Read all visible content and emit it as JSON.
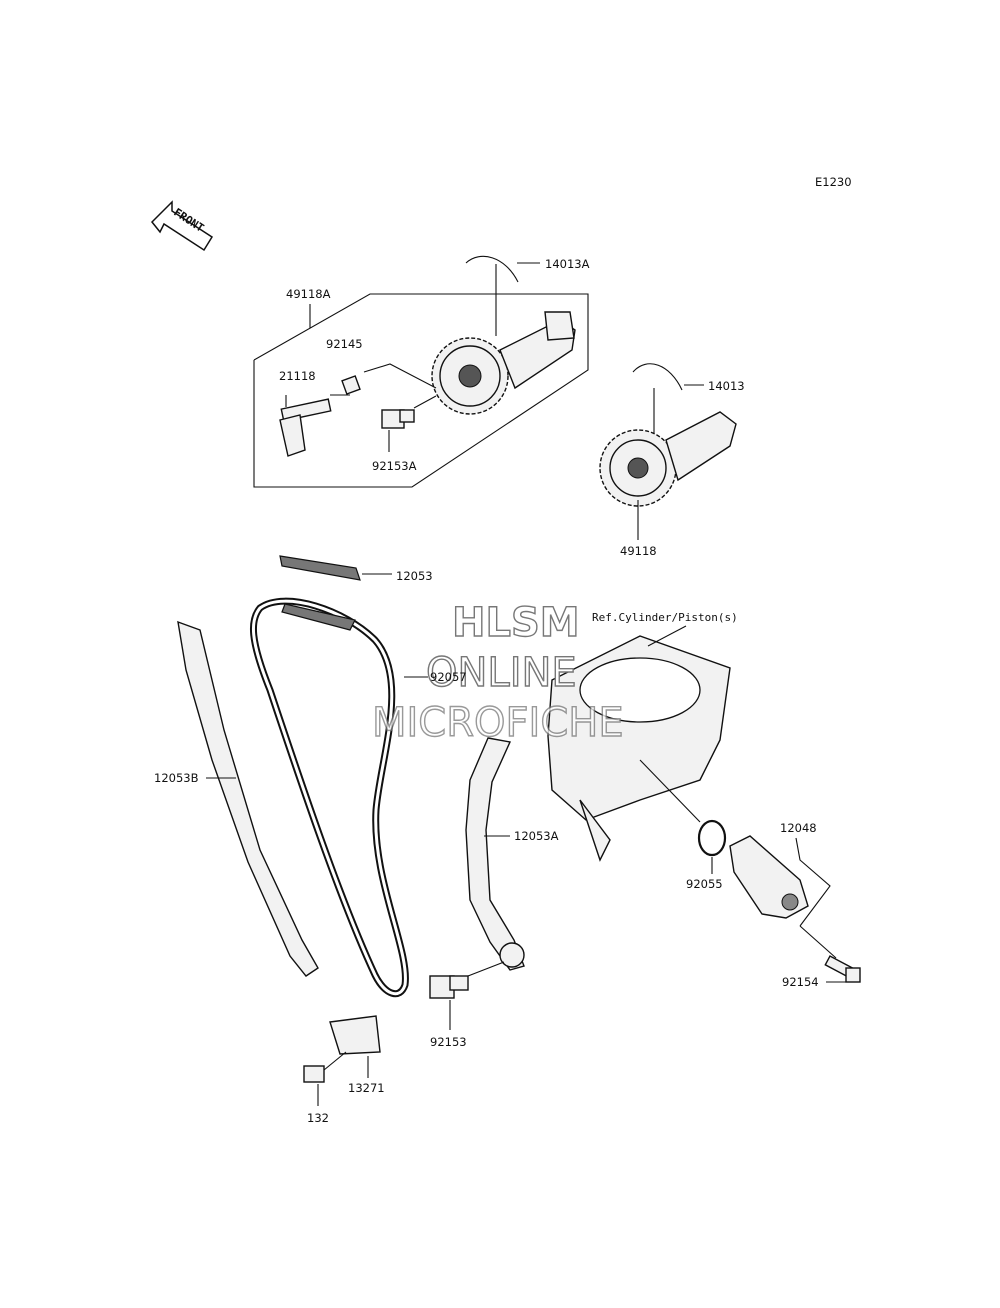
{
  "diagram_code": "E1230",
  "front_label": "FRONT",
  "reference_label": "Ref.Cylinder/Piston(s)",
  "watermark": {
    "line1": "HLSM",
    "line2": "ONLINE",
    "line3": "MICROFICHE"
  },
  "part_labels": {
    "p14013A": "14013A",
    "p49118A": "49118A",
    "p92145": "92145",
    "p21118": "21118",
    "p92153A": "92153A",
    "p14013": "14013",
    "p49118": "49118",
    "p12053": "12053",
    "p92057": "92057",
    "p12053B": "12053B",
    "p12053A": "12053A",
    "p92055": "92055",
    "p12048": "12048",
    "p92154": "92154",
    "p92153": "92153",
    "p13271": "13271",
    "p132": "132"
  }
}
